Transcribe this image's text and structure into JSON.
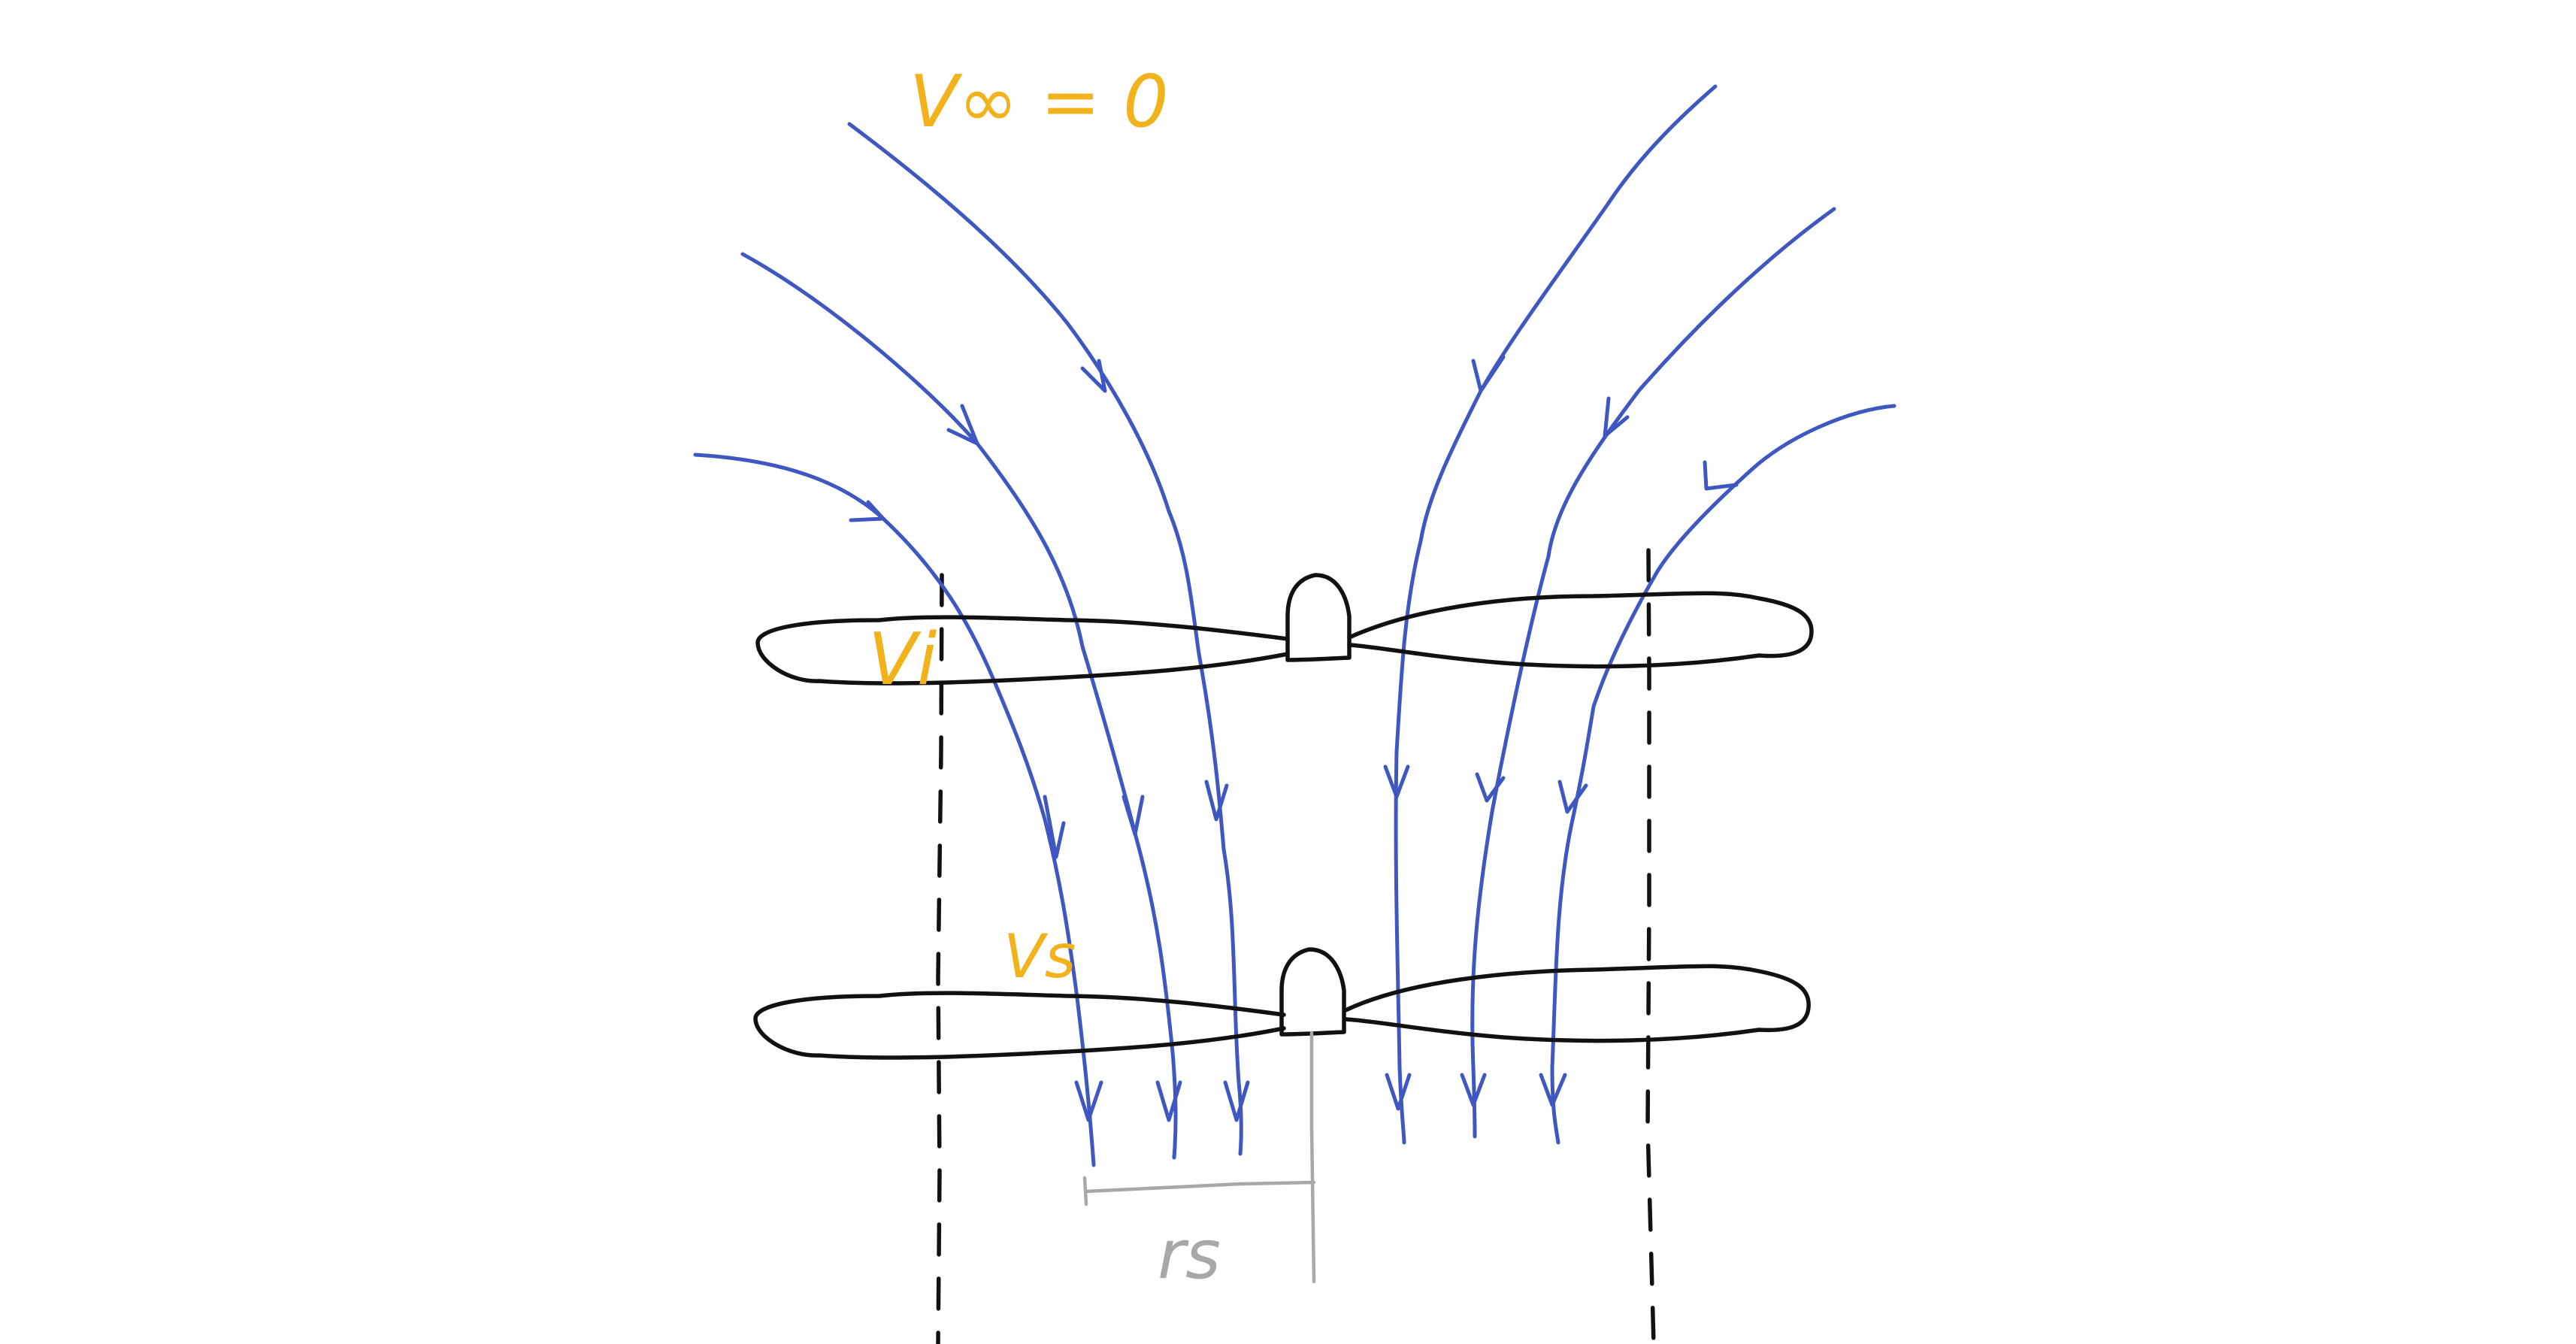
{
  "labels": {
    "v_inf": "V∞ = 0",
    "v_i": "Vi",
    "v_s": "Vs",
    "r_s": "rs"
  },
  "colors": {
    "streamline": "#3f57c0",
    "label": "#f2b21b",
    "ink": "#111111",
    "dimension": "#a8a8a8"
  },
  "icons": {
    "upper_rotor": "propeller-icon",
    "lower_rotor": "propeller-icon",
    "flow_arrows": "arrowhead-icon"
  }
}
